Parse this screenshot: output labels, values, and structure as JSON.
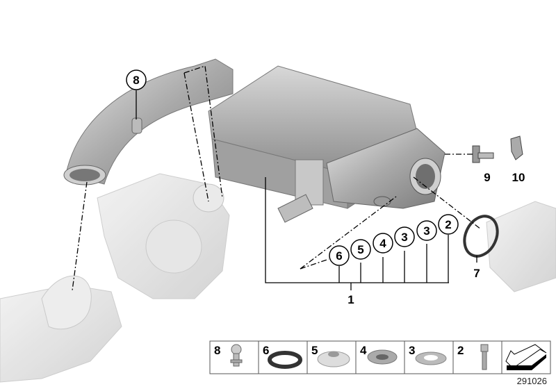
{
  "diagram": {
    "reference_number": "291026",
    "callouts": [
      {
        "id": "c8",
        "label": "8",
        "circled": true
      },
      {
        "id": "c6",
        "label": "6",
        "circled": true
      },
      {
        "id": "c5",
        "label": "5",
        "circled": true
      },
      {
        "id": "c4",
        "label": "4",
        "circled": true
      },
      {
        "id": "c3a",
        "label": "3",
        "circled": true
      },
      {
        "id": "c3b",
        "label": "3",
        "circled": true
      },
      {
        "id": "c2",
        "label": "2",
        "circled": true
      },
      {
        "id": "c1",
        "label": "1",
        "circled": false
      },
      {
        "id": "c7",
        "label": "7",
        "circled": false
      },
      {
        "id": "c9",
        "label": "9",
        "circled": false
      },
      {
        "id": "c10",
        "label": "10",
        "circled": false
      }
    ],
    "legend": [
      {
        "label": "8",
        "part": "ball-stud"
      },
      {
        "label": "6",
        "part": "rubber-grommet"
      },
      {
        "label": "5",
        "part": "cone-washer"
      },
      {
        "label": "4",
        "part": "collar-bushing"
      },
      {
        "label": "3",
        "part": "flat-washer"
      },
      {
        "label": "2",
        "part": "socket-head-screw"
      },
      {
        "label": "",
        "part": "arrow-symbol"
      }
    ],
    "colors": {
      "line": "#000000",
      "part": "#b8b8b8",
      "ghost": "#dcdcdc"
    }
  }
}
